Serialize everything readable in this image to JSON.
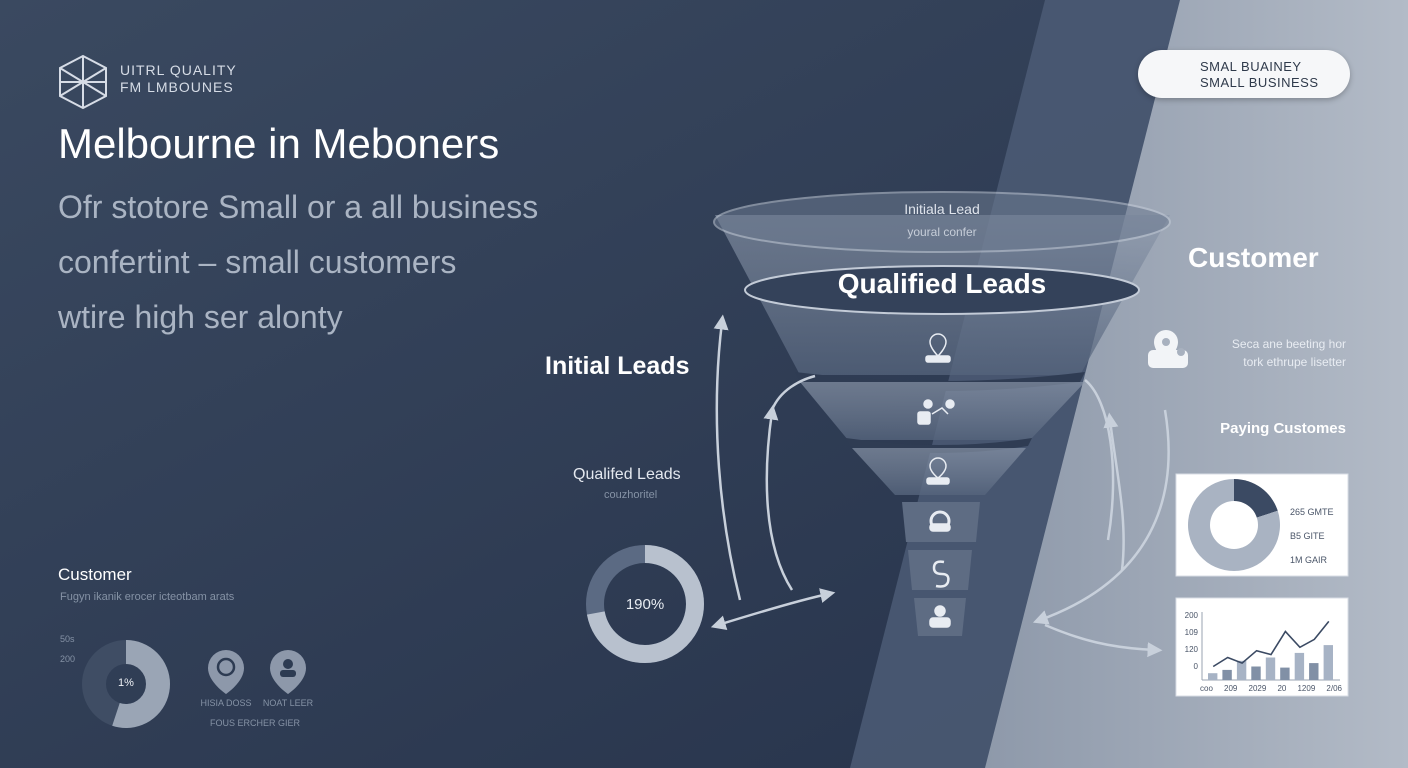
{
  "logo": {
    "line1": "UITRL QUALITY",
    "line2": "FM LMBOUNES"
  },
  "headline": {
    "title": "Melbourne in Meboners",
    "lines": [
      "Ofr stotore Small or a all business",
      "confertint – small customers",
      "wtire high ser alonty"
    ]
  },
  "badge": {
    "line1": "SMAL BUAINEY",
    "line2": "SMALL BUSINESS"
  },
  "funnel": {
    "top_text": "Initiala Lead",
    "top_subtext": "youral confer",
    "band_label": "Qualified Leads",
    "stage_icons": [
      "map-pin-person-icon",
      "people-handshake-icon",
      "person-pin-icon",
      "support-headset-icon",
      "dollar-hand-icon",
      "person-icon"
    ]
  },
  "left_labels": {
    "initial": "Initial Leads",
    "qualified": "Qualifed Leads",
    "qualified_sub": "couzhoritel"
  },
  "center_donut": {
    "value_text": "190%",
    "fraction": 0.72
  },
  "left_customer": {
    "title": "Customer",
    "subtitle": "Fugyn ikanik erocer icteotbam arats",
    "tick_top": "50s",
    "tick_bottom": "200",
    "donut_text": "1%",
    "donut_fraction": 0.55,
    "pin1_label": "HISIA DOSS",
    "pin2_label": "NOAT LEER",
    "footnote": "FOUS ERCHER GIER"
  },
  "right": {
    "customer_title": "Customer",
    "customer_desc1": "Seca ane beeting hor",
    "customer_desc2": "tork ethrupe lisetter",
    "paying_title": "Paying Customes"
  },
  "pie_card": {
    "slices": [
      0.2,
      0.8
    ],
    "legend": [
      "265 GMTE",
      "B5 GITE",
      "1M GAIR"
    ]
  },
  "bar_card": {
    "y_ticks": [
      "200",
      "109",
      "120",
      "0"
    ],
    "x_ticks": [
      "coo",
      "209",
      "2029",
      "20",
      "1209",
      "2/06"
    ],
    "bars": [
      12,
      18,
      34,
      24,
      40,
      22,
      48,
      30,
      62
    ],
    "line": [
      24,
      40,
      30,
      52,
      45,
      86,
      58,
      72,
      104
    ]
  },
  "colors": {
    "bg_dark": "#2d3b52",
    "bg_light": "#a8b1bf",
    "accent": "#4a5a73"
  }
}
